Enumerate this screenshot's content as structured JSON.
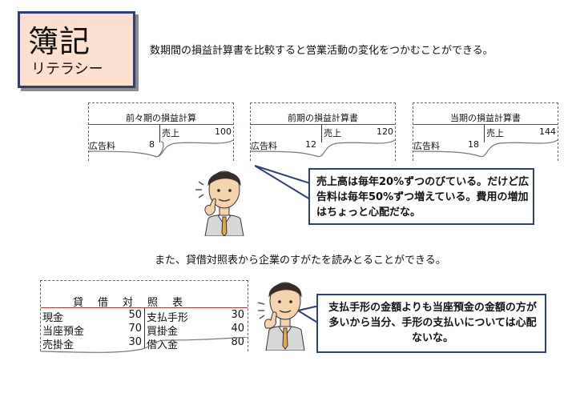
{
  "title": {
    "main": "簿記",
    "sub": "リテラシー"
  },
  "intro_text": "数期間の損益計算書を比較すると営業活動の変化をつかむことができる。",
  "income_statements": [
    {
      "caption": "前々期の損益計算",
      "sales_label": "売上",
      "sales_value": "100",
      "ad_label": "広告料",
      "ad_value": "8"
    },
    {
      "caption": "前期の損益計算書",
      "sales_label": "売上",
      "sales_value": "120",
      "ad_label": "広告料",
      "ad_value": "12"
    },
    {
      "caption": "当期の損益計算書",
      "sales_label": "売上",
      "sales_value": "144",
      "ad_label": "広告料",
      "ad_value": "18"
    }
  ],
  "bubble1": "売上高は毎年20%ずつのびている。だけど広告料は毎年50%ずつ増えている。費用の増加はちょっと心配だな。",
  "intro_text2": "また、貸借対照表から企業のすがたを読みとることができる。",
  "balance_sheet": {
    "caption": "貸借対照表",
    "left": [
      {
        "label": "現金",
        "value": "50"
      },
      {
        "label": "当座預金",
        "value": "70"
      },
      {
        "label": "売掛金",
        "value": "30"
      }
    ],
    "right": [
      {
        "label": "支払手形",
        "value": "30"
      },
      {
        "label": "買掛金",
        "value": "40"
      },
      {
        "label": "借入金",
        "value": "80"
      }
    ]
  },
  "bubble2": "支払手形の金額よりも当座預金の金額の方が多いから当分、手形の支払いについては心配ないな。",
  "colors": {
    "title_bg": "#fbe0d0",
    "title_border": "#2f3f7a",
    "bubble_border": "#2f3f7a",
    "rule": "#9b3a3a"
  }
}
